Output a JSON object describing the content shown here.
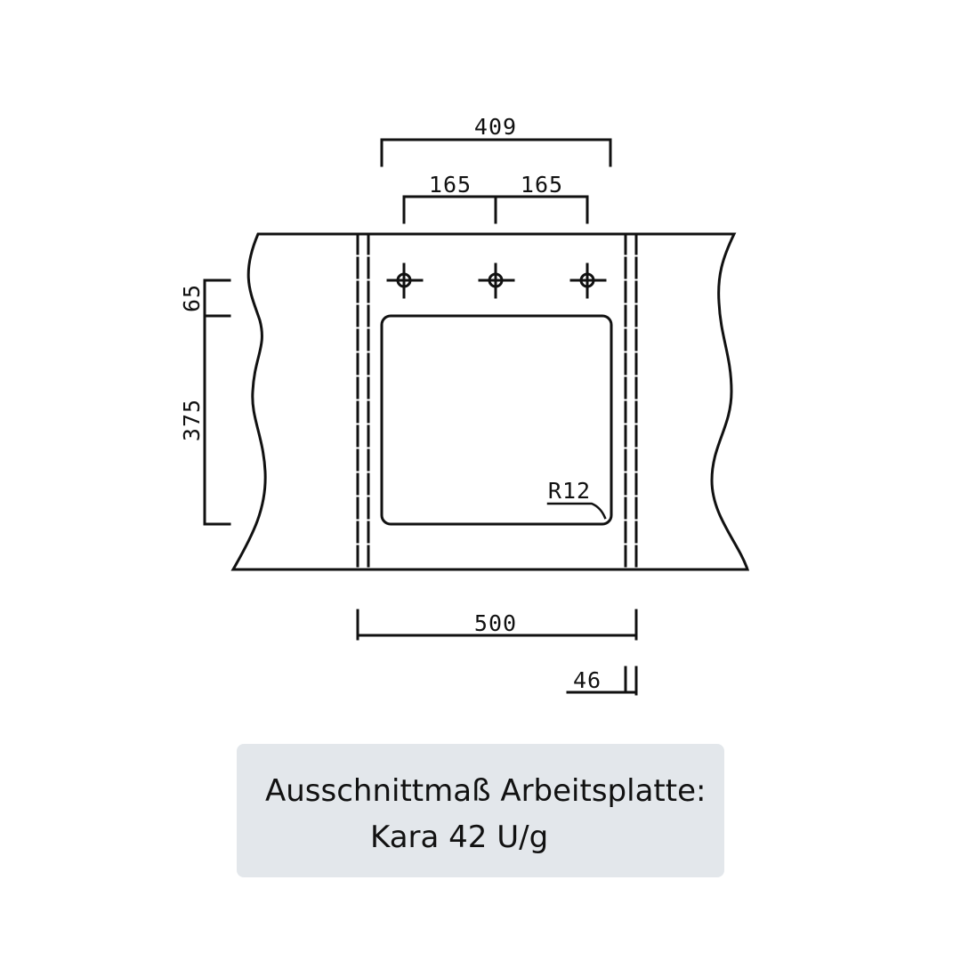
{
  "drawing": {
    "title": "Ausschnittmaß Arbeitsplatte",
    "dimensions": {
      "overall_hole_span": "409",
      "hole_spacing_left": "165",
      "hole_spacing_right": "165",
      "hole_row_offset": "65",
      "cutout_depth": "375",
      "cabinet_width": "500",
      "side_offset": "46",
      "corner_radius": "R12"
    },
    "tap_holes": 3,
    "colors": {
      "line": "#111111",
      "background": "#ffffff",
      "caption_background": "#e3e7eb"
    }
  },
  "caption": {
    "line1": "Ausschnittmaß Arbeitsplatte:",
    "line2": "Kara 42 U/g"
  }
}
